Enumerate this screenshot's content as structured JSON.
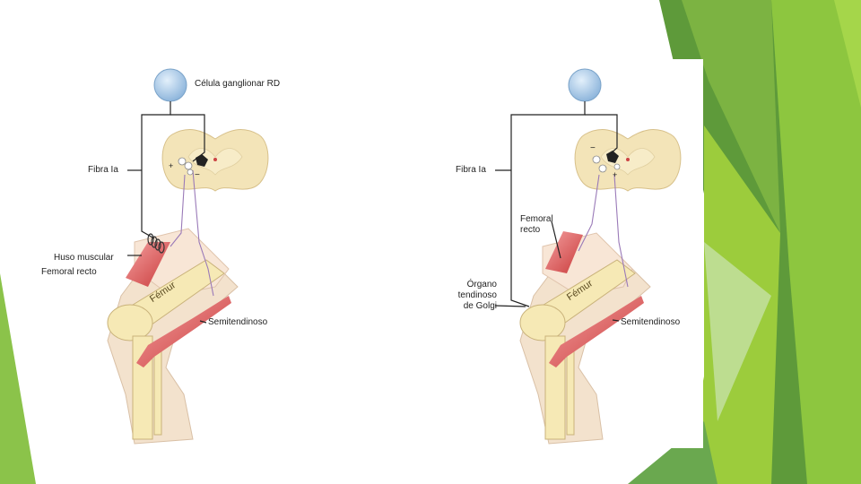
{
  "slide": {
    "theme_colors": {
      "green_dark": "#5e9a3a",
      "green_mid": "#7cb342",
      "green_light": "#9ccc3c",
      "green_pale": "#c5e1a5"
    },
    "figure_left": {
      "labels": {
        "ganglion_cell": "Célula ganglionar RD",
        "fiber": "Fibra Ia",
        "spindle": "Huso muscular",
        "rectus": "Femoral recto",
        "femur": "Fémur",
        "semitendinosus": "Semitendinoso"
      }
    },
    "figure_right": {
      "labels": {
        "fiber": "Fibra Ia",
        "rectus": "Femoral recto",
        "golgi": "Órgano tendinoso de Golgi",
        "femur": "Fémur",
        "semitendinosus": "Semitendinoso"
      }
    }
  }
}
